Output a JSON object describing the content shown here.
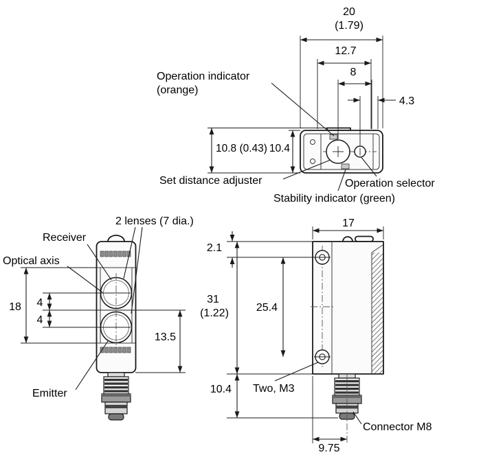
{
  "top_view": {
    "dims": {
      "width": "20",
      "width_inch": "(1.79)",
      "d12_7": "12.7",
      "d8": "8",
      "d4_3": "4.3",
      "height_overall": "10.8 (0.43)",
      "height": "10.4"
    },
    "labels": {
      "operation_indicator_line1": "Operation indicator",
      "operation_indicator_line2": "(orange)",
      "set_distance_adjuster": "Set distance adjuster",
      "operation_selector": "Operation selector",
      "stability_indicator": "Stability indicator (green)"
    }
  },
  "front_view": {
    "dims": {
      "window_height": "18",
      "axis_gap_upper": "4",
      "axis_gap_lower": "4",
      "d13_5": "13.5"
    },
    "labels": {
      "lenses": "2 lenses (7 dia.)",
      "receiver": "Receiver",
      "optical_axis": "Optical axis",
      "emitter": "Emitter"
    }
  },
  "side_view": {
    "dims": {
      "depth": "17",
      "d2_1": "2.1",
      "height": "31",
      "height_inch": "(1.22)",
      "d25_4": "25.4",
      "d10_4": "10.4",
      "d9_75": "9.75"
    },
    "labels": {
      "mounting_holes": "Two, M3",
      "connector": "Connector M8"
    }
  },
  "colors": {
    "line": "#1a1a1a",
    "background": "#ffffff"
  }
}
